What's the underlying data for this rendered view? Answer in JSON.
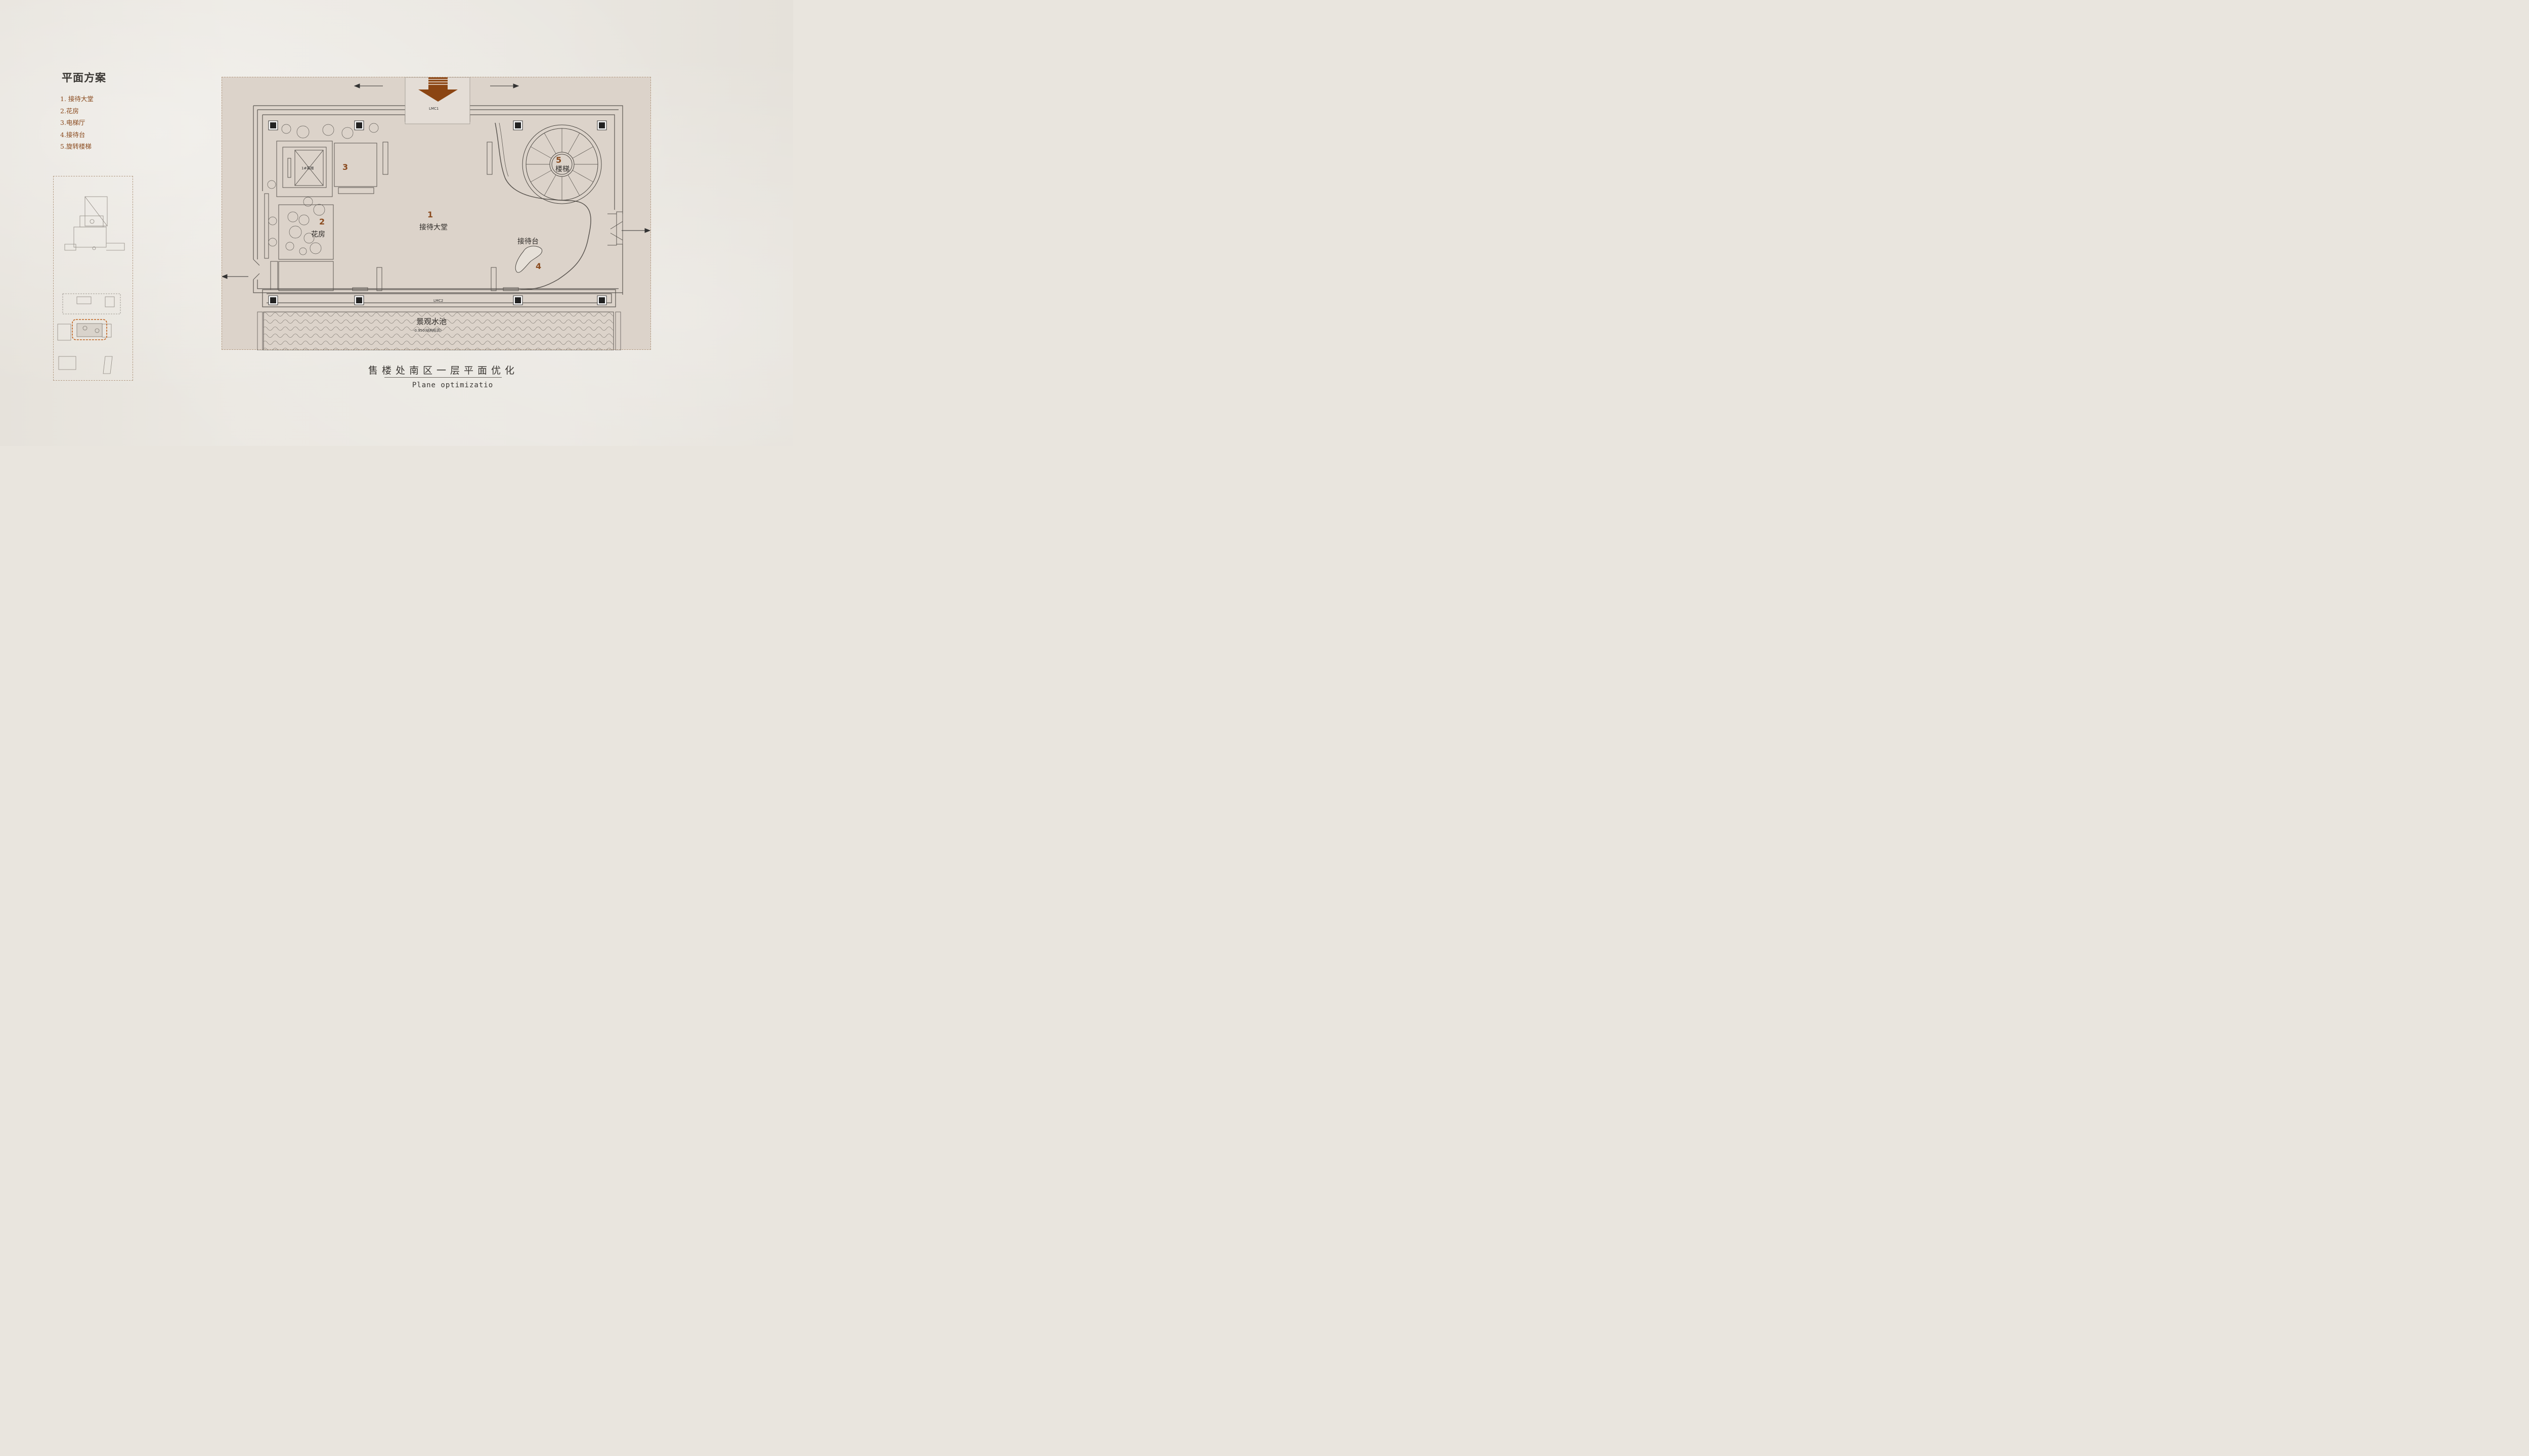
{
  "header": {
    "title": "平面方案"
  },
  "legend": {
    "items": [
      {
        "label": "1. 接待大堂"
      },
      {
        "label": "2.花房"
      },
      {
        "label": "3.电梯厅"
      },
      {
        "label": "4.接待台"
      },
      {
        "label": "5.旋转楼梯"
      }
    ]
  },
  "plan": {
    "entrance_label": "LMC1",
    "door_label": "LMC2",
    "elevator_label": "1#客梯",
    "pool_label": "景观水池",
    "pool_elevation": "-0.950(结构标高)",
    "rooms": [
      {
        "num": "1",
        "name": "接待大堂"
      },
      {
        "num": "2",
        "name": "花房"
      },
      {
        "num": "3",
        "name": ""
      },
      {
        "num": "4",
        "name": "接待台"
      },
      {
        "num": "5",
        "name": "楼梯"
      }
    ]
  },
  "caption": {
    "cn": "售楼处南区一层平面优化",
    "en": "Plane optimizatio"
  },
  "colors": {
    "accent": "#8a4a1e",
    "arrow": "#8b4513",
    "text": "#3a3733",
    "plan_bg": "#dcd3ca"
  }
}
